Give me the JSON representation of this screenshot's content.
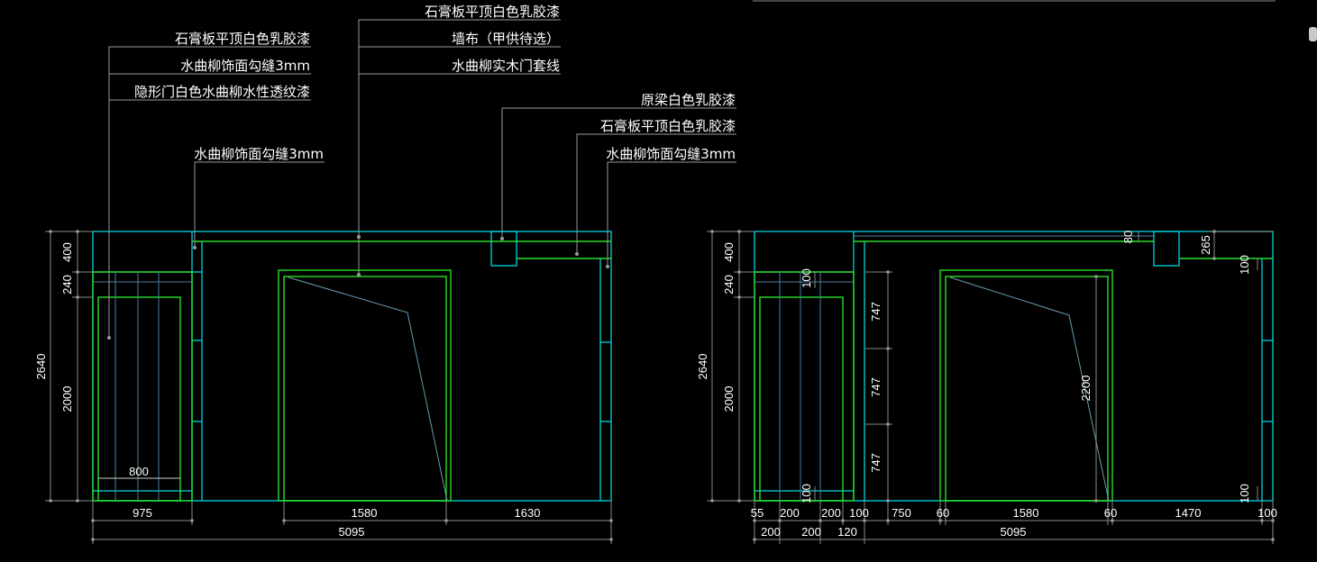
{
  "left_labels": [
    "石膏板平顶白色乳胶漆",
    "墙布（甲供待选）",
    "水曲柳实木门套线",
    "石膏板平顶白色乳胶漆",
    "水曲柳饰面勾缝3mm",
    "隐形门白色水曲柳水性透纹漆",
    "水曲柳饰面勾缝3mm",
    "原梁白色乳胶漆",
    "石膏板平顶白色乳胶漆",
    "水曲柳饰面勾缝3mm"
  ],
  "left_dims": {
    "v400": "400",
    "v240": "240",
    "v2640": "2640",
    "v2000": "2000",
    "w800": "800",
    "w975": "975",
    "w1580": "1580",
    "w1630": "1630",
    "w5095": "5095"
  },
  "right_dims": {
    "v400": "400",
    "v240": "240",
    "v2640": "2640",
    "v2000": "2000",
    "v100a": "100",
    "v747a": "747",
    "v747b": "747",
    "v747c": "747",
    "v100b": "100",
    "v2200": "2200",
    "v80": "80",
    "v265": "265",
    "v100c": "100",
    "v100d": "100",
    "h55": "55",
    "h200a": "200",
    "h200b": "200",
    "h100a": "100",
    "h750": "750",
    "h60a": "60",
    "h1580": "1580",
    "h60b": "60",
    "h1470": "1470",
    "h100b": "100",
    "h200c": "200",
    "h200d": "200",
    "h120": "120",
    "h5095": "5095"
  },
  "colors": {
    "wall": "#00d5e0",
    "frame": "#27e027",
    "leader": "#9a9a9a",
    "text": "#ffffff"
  }
}
